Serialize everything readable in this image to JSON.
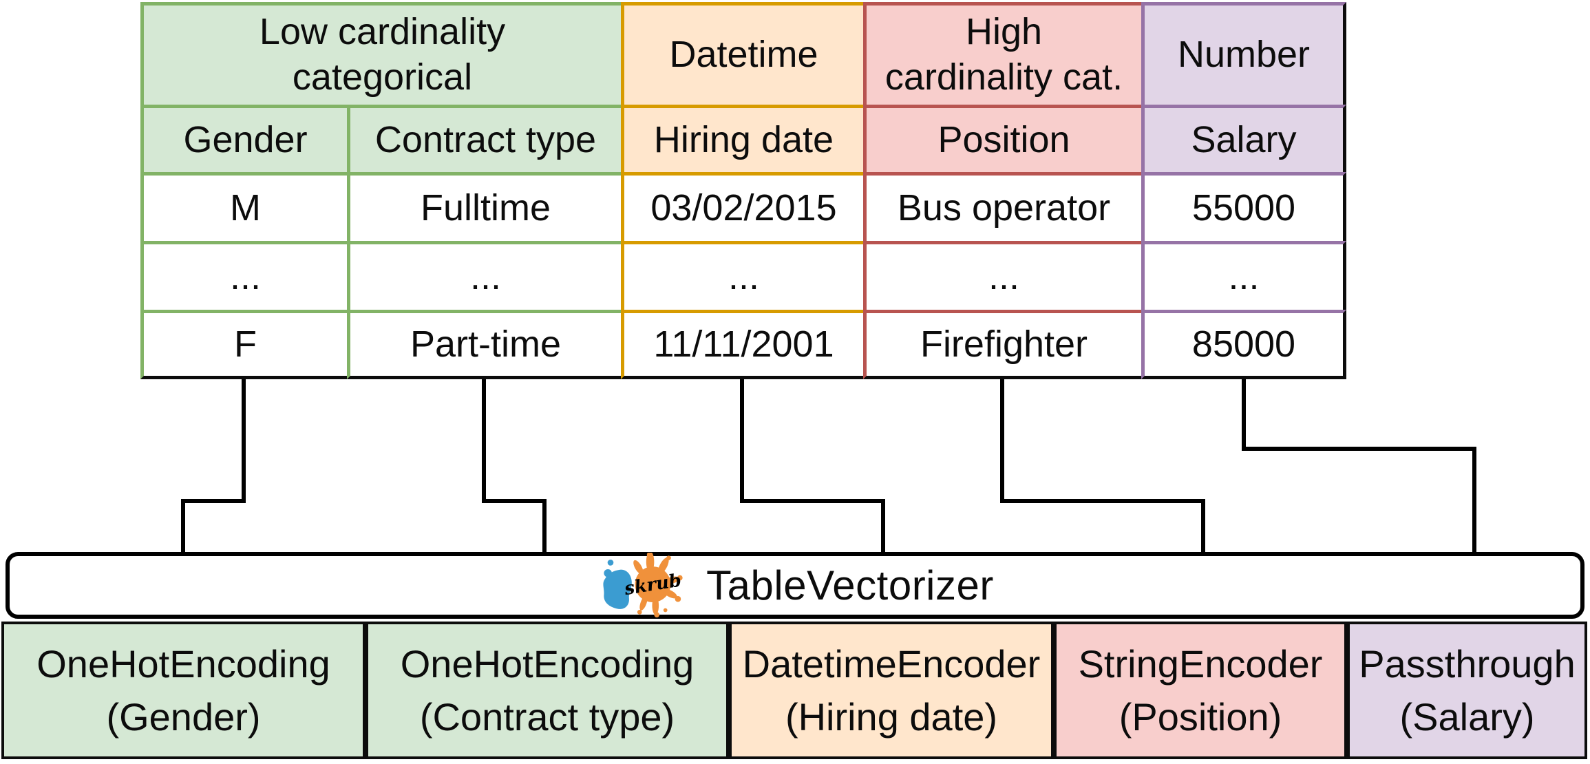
{
  "palette": {
    "green_fill": "#d5e8d4",
    "green_stroke": "#82b366",
    "orange_fill": "#ffe6cc",
    "orange_stroke": "#d79b00",
    "red_fill": "#f8cecc",
    "red_stroke": "#b85450",
    "purple_fill": "#e1d5e7",
    "purple_stroke": "#9673a6",
    "wire": "#000000",
    "skrub_blue": "#3b9cd1",
    "skrub_orange": "#f0913b"
  },
  "table": {
    "type_headers": [
      {
        "lines": [
          "Low cardinality",
          "categorical"
        ]
      },
      {
        "lines": [
          "Datetime"
        ]
      },
      {
        "lines": [
          "High",
          "cardinality cat."
        ]
      },
      {
        "lines": [
          "Number"
        ]
      }
    ],
    "column_headers": [
      "Gender",
      "Contract type",
      "Hiring date",
      "Position",
      "Salary"
    ],
    "rows": [
      [
        "M",
        "Fulltime",
        "03/02/2015",
        "Bus operator",
        "55000"
      ],
      [
        "...",
        "...",
        "...",
        "...",
        "..."
      ],
      [
        "F",
        "Part-time",
        "11/11/2001",
        "Firefighter",
        "85000"
      ]
    ]
  },
  "vectorizer": {
    "label": "TableVectorizer",
    "logo_text": "skrub"
  },
  "encoders": [
    {
      "name": "OneHotEncoding",
      "column": "(Gender)"
    },
    {
      "name": "OneHotEncoding",
      "column": "(Contract type)"
    },
    {
      "name": "DatetimeEncoder",
      "column": "(Hiring date)"
    },
    {
      "name": "StringEncoder",
      "column": "(Position)"
    },
    {
      "name": "Passthrough",
      "column": "(Salary)"
    }
  ]
}
